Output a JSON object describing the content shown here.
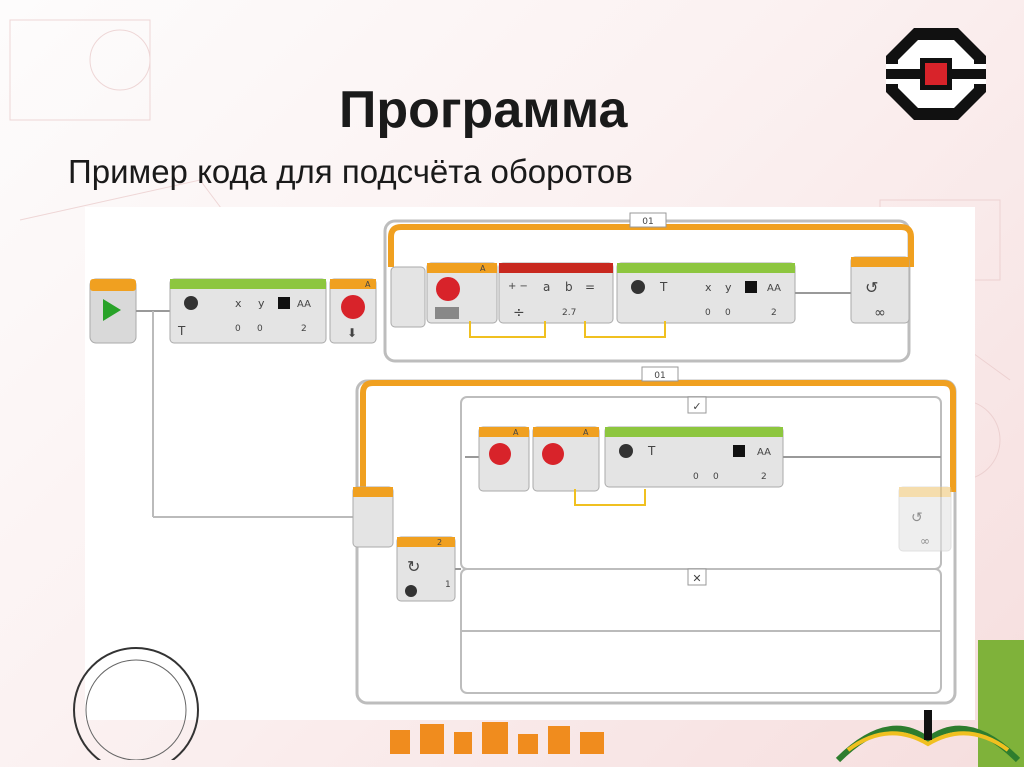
{
  "slide": {
    "title": "Программа",
    "subtitle": "Пример кода для подсчёта оборотов"
  },
  "program": {
    "loop_label_top": "01",
    "loop_label_bottom": "01",
    "port_a": "A",
    "var_x": "x",
    "var_y": "y",
    "font_size_label": "AA",
    "text_mode": "T",
    "zero": "0",
    "two": "2",
    "math_a": "a",
    "math_b": "b",
    "math_value": "2.7",
    "switch_port": "2",
    "switch_value": "1",
    "true_case": "✓",
    "false_case": "✕",
    "loop_infinite": "∞"
  },
  "colors": {
    "accent": "#d8232a",
    "orange": "#f0a020",
    "green": "#8dc63f"
  }
}
